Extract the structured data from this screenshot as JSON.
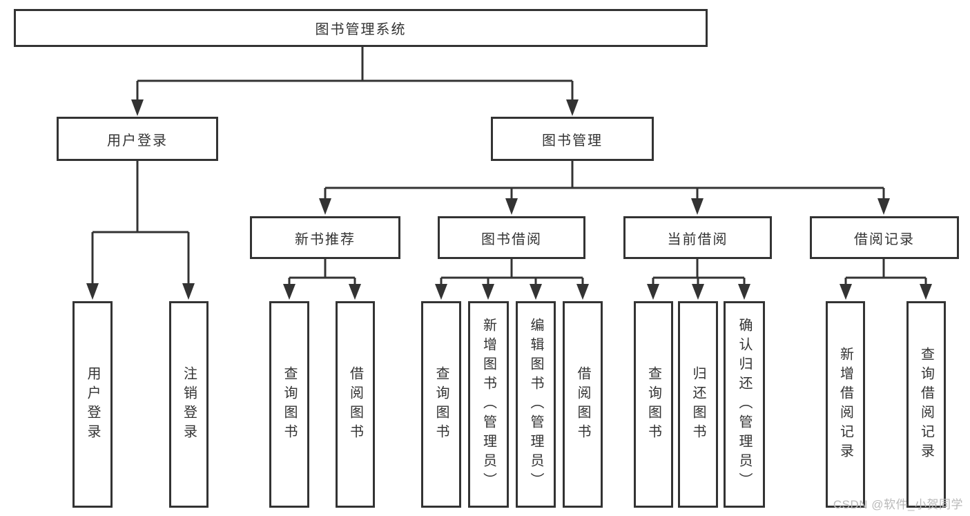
{
  "diagram": {
    "root": "图书管理系统",
    "level2": {
      "user_login": "用户登录",
      "book_management": "图书管理"
    },
    "level3": {
      "new_book_recommend": "新书推荐",
      "book_borrow": "图书借阅",
      "current_borrow": "当前借阅",
      "borrow_records": "借阅记录"
    },
    "leaves": {
      "user_login_group": {
        "user_login": "用户登录",
        "logout": "注销登录"
      },
      "new_book_group": {
        "query_books": "查询图书",
        "borrow_books": "借阅图书"
      },
      "book_borrow_group": {
        "query_books": "查询图书",
        "add_books_admin": "新增图书（管理员）",
        "edit_books_admin": "编辑图书（管理员）",
        "borrow_books": "借阅图书"
      },
      "current_borrow_group": {
        "query_books": "查询图书",
        "return_books": "归还图书",
        "confirm_return_admin": "确认归还（管理员）"
      },
      "borrow_record_group": {
        "add_record": "新增借阅记录",
        "query_record": "查询借阅记录"
      }
    }
  },
  "watermark": {
    "text": "CSDN @软件_小贺同学"
  },
  "colors": {
    "line": "#333333",
    "text": "#333333",
    "watermark_text": "#b9b9b9",
    "background": "#ffffff"
  }
}
